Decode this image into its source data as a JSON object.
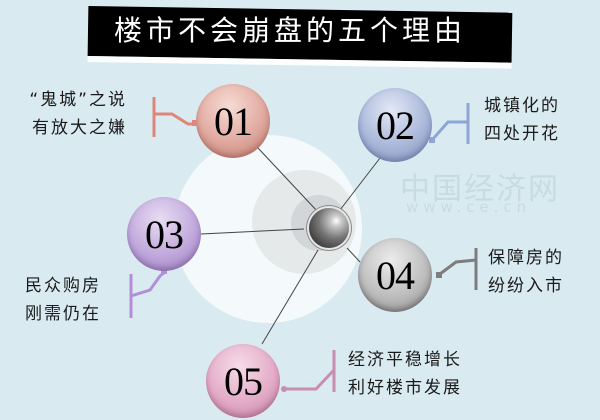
{
  "title": "楼市不会崩盘的五个理由",
  "watermark": {
    "brand": "中国经济网",
    "url": "www.ce.cn"
  },
  "reasons": [
    {
      "number": "01",
      "line1": "“鬼城”之说",
      "line2": "有放大之嫌",
      "color": "#e3ada3"
    },
    {
      "number": "02",
      "line1": "城镇化的",
      "line2": "四处开花",
      "color": "#a9b7d9"
    },
    {
      "number": "03",
      "line1": "民众购房",
      "line2": "刚需仍在",
      "color": "#c0a8dc"
    },
    {
      "number": "04",
      "line1": "保障房的",
      "line2": "纷纷入市",
      "color": "#bdbdbd"
    },
    {
      "number": "05",
      "line1": "经济平稳增长",
      "line2": "利好楼市发展",
      "color": "#e3abc7"
    }
  ],
  "colors": {
    "background": "#d9ebf1",
    "banner": "#000000",
    "connector1": "#e0857a",
    "connector2": "#8fa5d6",
    "connector3": "#b28ed8",
    "connector4": "#7d7d7d",
    "connector5": "#c88db0"
  }
}
